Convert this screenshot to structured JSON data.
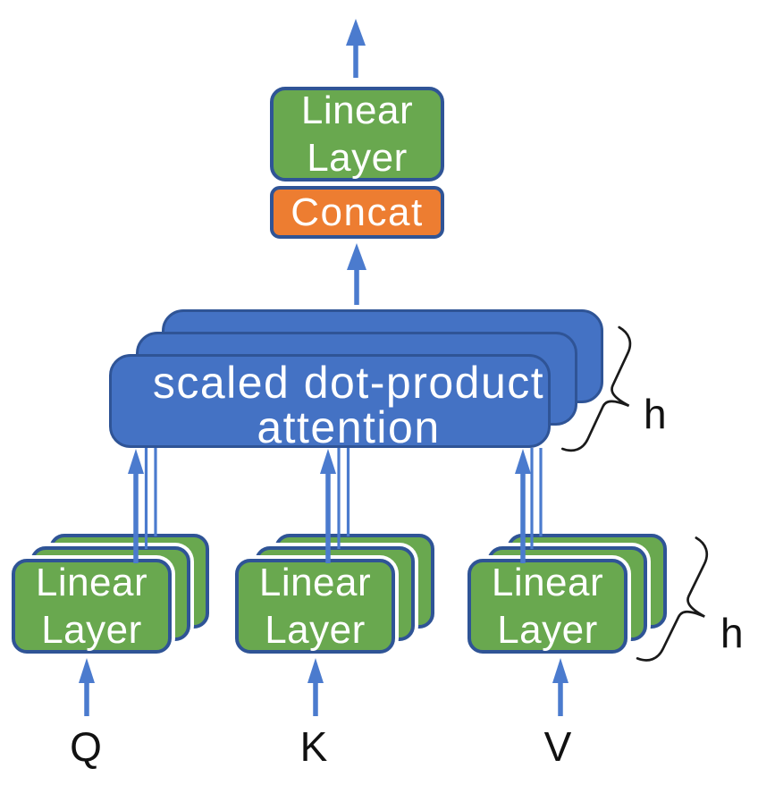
{
  "colors": {
    "box_green": "#69A84F",
    "box_blue": "#4472C4",
    "box_orange": "#ED7D31",
    "box_border": "#2F5496",
    "arrow_blue": "#4B7BCE",
    "brace_black": "#1A1A1A",
    "text_on_box": "#FFFFFF",
    "text_dark": "#111111"
  },
  "icons": {
    "flow_arrows": "up-arrow",
    "head_count_markers": "curly-brace"
  },
  "nodes": {
    "output_linear": {
      "line1": "Linear",
      "line2": "Layer"
    },
    "concat": {
      "label": "Concat"
    },
    "attention": {
      "line1": "scaled dot-product",
      "line2": "attention"
    },
    "q_linear": {
      "line1": "Linear",
      "line2": "Layer"
    },
    "k_linear": {
      "line1": "Linear",
      "line2": "Layer"
    },
    "v_linear": {
      "line1": "Linear",
      "line2": "Layer"
    }
  },
  "annotations": {
    "attention_heads_label": "h",
    "linear_heads_label": "h"
  },
  "inputs": {
    "q": "Q",
    "k": "K",
    "v": "V"
  }
}
